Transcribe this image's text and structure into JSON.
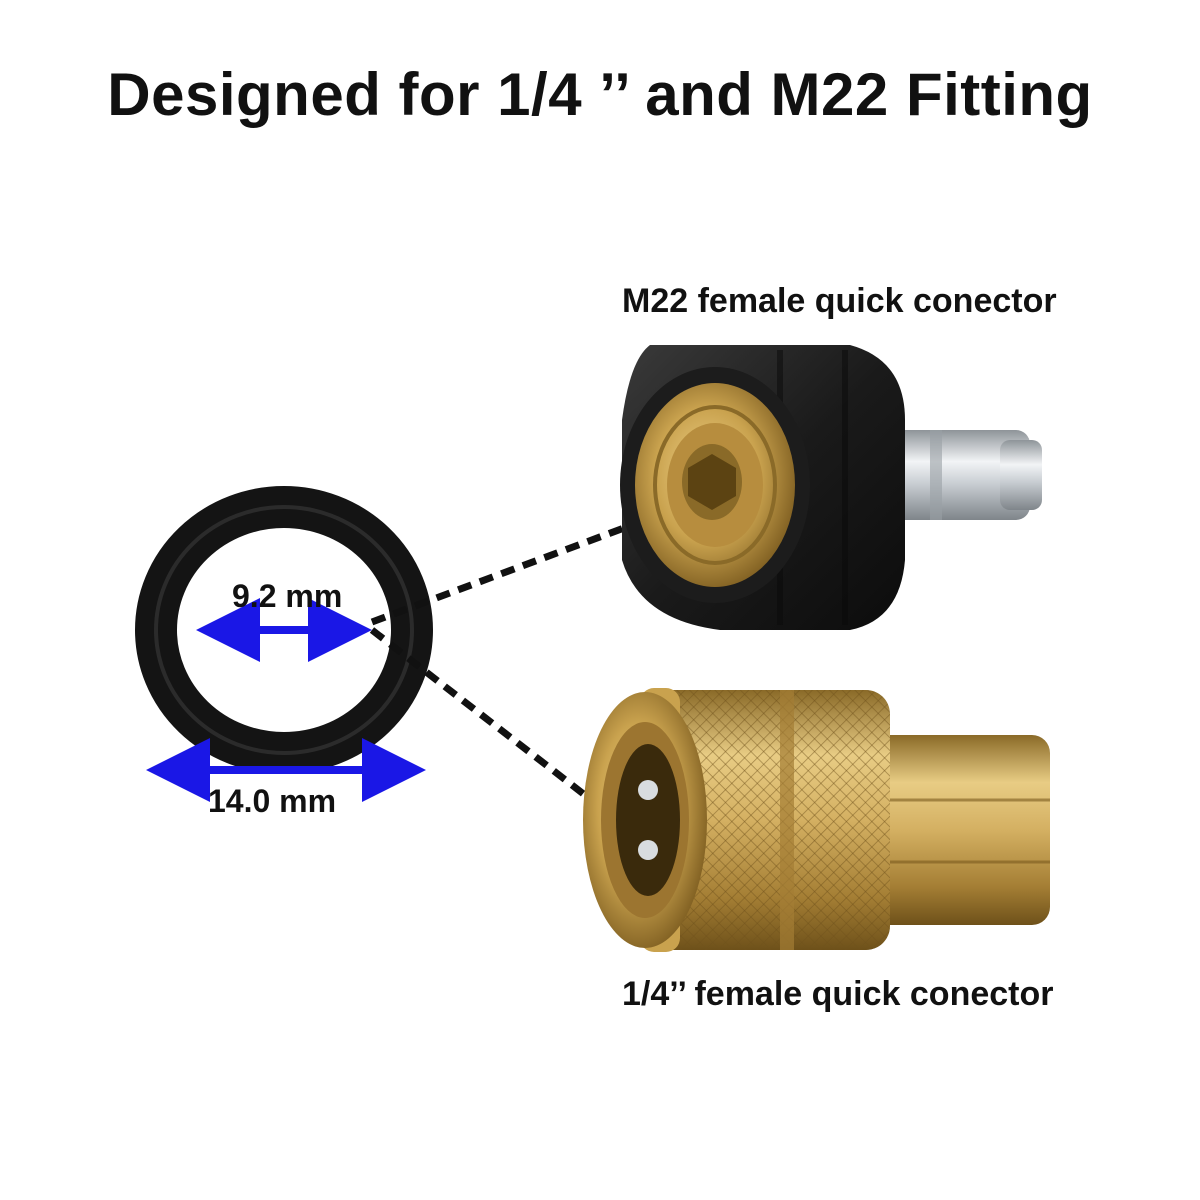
{
  "headline": "Designed for 1/4 ’’ and M22 Fitting",
  "parts": {
    "m22_label": "M22 female quick conector",
    "quarter_label": "1/4’’ female quick conector"
  },
  "oring": {
    "inner_diameter": "9.2 mm",
    "outer_diameter": "14.0 mm"
  },
  "icons": [
    "o-ring-icon",
    "m22-coupler-icon",
    "quarter-inch-coupler-icon",
    "dimension-arrow-icon"
  ],
  "colors": {
    "text": "#111111",
    "arrow": "#1a17e6",
    "rubber": "#141414",
    "brass": "#c9a24e",
    "steel": "#c8cdd2"
  }
}
